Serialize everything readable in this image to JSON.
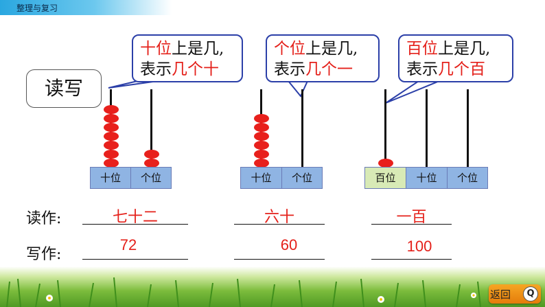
{
  "header": {
    "title": "整理与复习"
  },
  "read_write_label": "读写",
  "bubbles": [
    {
      "line1_red": "十位",
      "line1_black": "上是几,",
      "line2_black": "表示",
      "line2_red": "几个十"
    },
    {
      "line1_red": "个位",
      "line1_black": "上是几,",
      "line2_black": "表示",
      "line2_red": "几个一"
    },
    {
      "line1_red": "百位",
      "line1_black": "上是几,",
      "line2_black": "表示",
      "line2_red": "几个百"
    }
  ],
  "abacuses": [
    {
      "labels": [
        "十位",
        "个位"
      ],
      "beads": [
        7,
        2
      ]
    },
    {
      "labels": [
        "十位",
        "个位"
      ],
      "beads": [
        6,
        0
      ]
    },
    {
      "labels": [
        "百位",
        "十位",
        "个位"
      ],
      "beads": [
        1,
        0,
        0
      ]
    }
  ],
  "rows": {
    "read_label": "读作:",
    "write_label": "写作:",
    "read_answers": [
      "七十二",
      "六十",
      "一百"
    ],
    "write_answers": [
      "72",
      "60",
      "100"
    ]
  },
  "footer": {
    "back_label": "返回",
    "back_icon": "Q"
  },
  "colors": {
    "bead": "#e8201c",
    "answer": "#e4201a",
    "bubble_border": "#2b3fa8",
    "place_cell": "#8fb4e3",
    "hundreds_cell": "#d8eab6"
  }
}
